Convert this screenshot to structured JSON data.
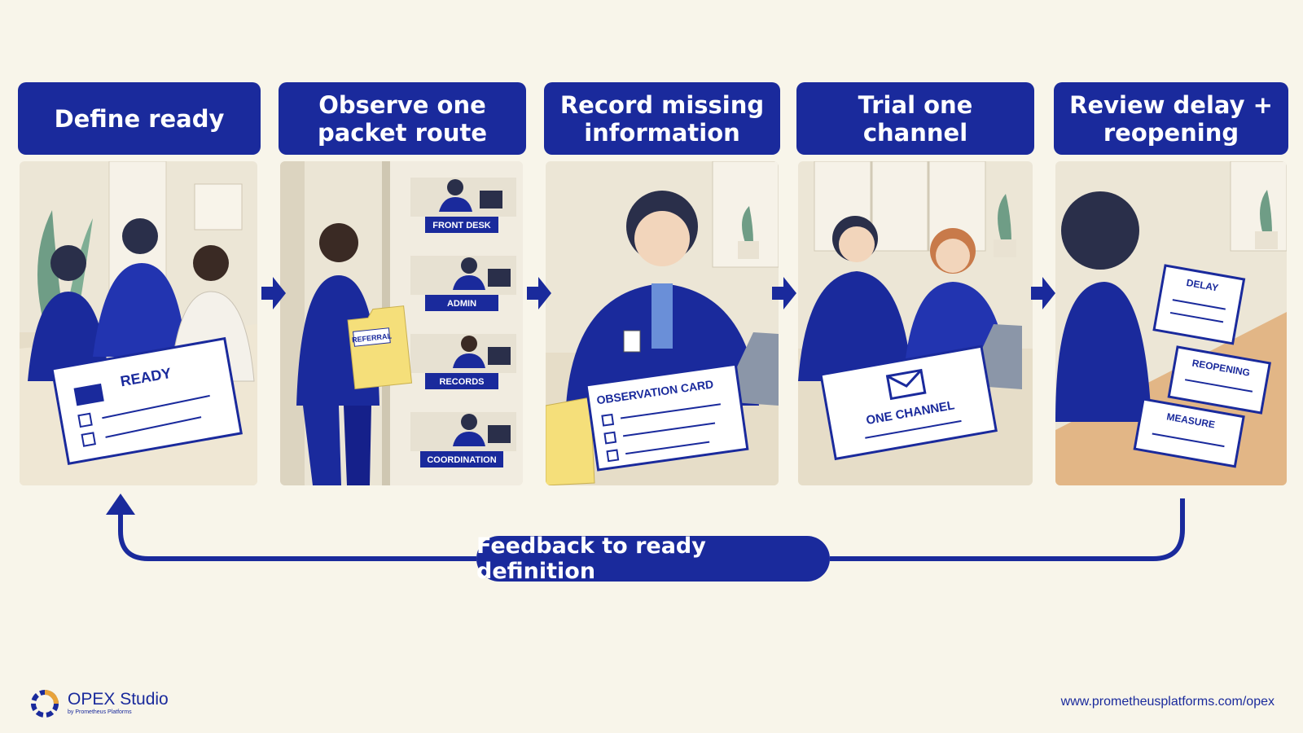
{
  "steps": [
    {
      "title": "Define ready",
      "card": "READY"
    },
    {
      "title": "Observe one packet route",
      "folder": "REFERRAL",
      "stations": [
        "FRONT DESK",
        "ADMIN",
        "RECORDS",
        "COORDINATION"
      ]
    },
    {
      "title": "Record missing information",
      "card": "OBSERVATION CARD"
    },
    {
      "title": "Trial one channel",
      "card": "ONE CHANNEL"
    },
    {
      "title": "Review delay + reopening",
      "cards": [
        "DELAY",
        "REOPENING",
        "MEASURE"
      ]
    }
  ],
  "feedback": "Feedback to ready definition",
  "brand": {
    "name": "OPEX Studio",
    "sub": "by Prometheus Platforms"
  },
  "url": "www.prometheusplatforms.com/opex",
  "colors": {
    "navy": "#1a2a9c",
    "background": "#f8f5ea",
    "folder": "#f5df7a"
  }
}
